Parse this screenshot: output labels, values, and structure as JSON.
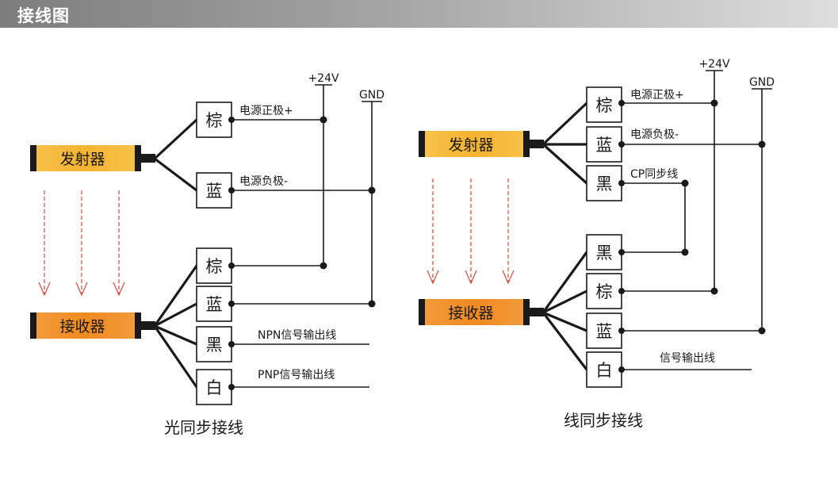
{
  "header": {
    "title": "接线图"
  },
  "left": {
    "emitter": "发射器",
    "receiver": "接收器",
    "plus24": "+24V",
    "gnd": "GND",
    "emitter_wires": [
      "棕",
      "蓝"
    ],
    "emitter_wire_labels": [
      "电源正极+",
      "电源负极-"
    ],
    "receiver_wires": [
      "棕",
      "蓝",
      "黑",
      "白"
    ],
    "receiver_wire_labels": [
      "NPN信号输出线",
      "PNP信号输出线"
    ],
    "caption": "光同步接线"
  },
  "right": {
    "emitter": "发射器",
    "receiver": "接收器",
    "plus24": "+24V",
    "gnd": "GND",
    "emitter_wires": [
      "棕",
      "蓝",
      "黑"
    ],
    "emitter_wire_labels": [
      "电源正极+",
      "电源负极-",
      "CP同步线"
    ],
    "receiver_wires": [
      "黑",
      "棕",
      "蓝",
      "白"
    ],
    "receiver_wire_label": "信号输出线",
    "caption": "线同步接线"
  },
  "colors": {
    "emitter_fill": "#f5b330",
    "receiver_fill": "#f08a22",
    "arrow": "#e0453a"
  }
}
